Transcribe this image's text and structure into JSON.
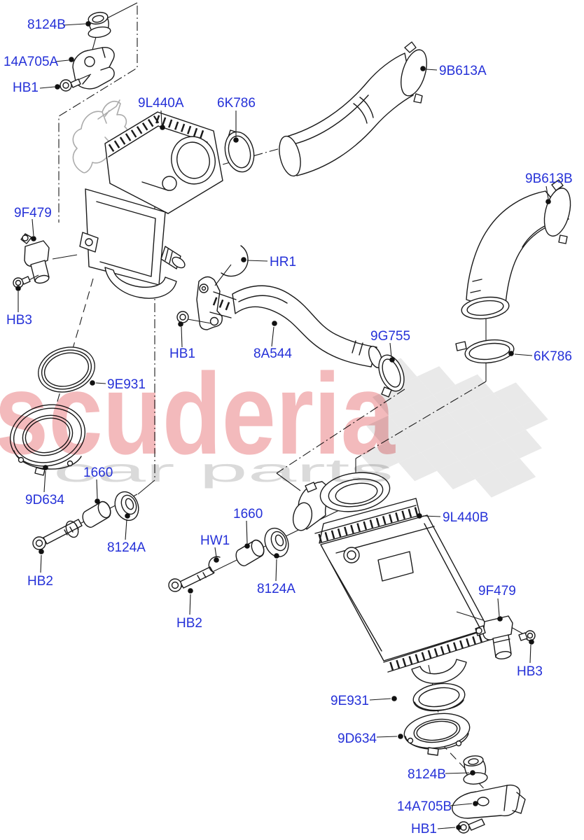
{
  "diagram_type": "exploded-parts-diagram",
  "subject": "charge air cooler / intercooler assembly",
  "label_color": "#2531d8",
  "watermark": {
    "brand": "scuderia",
    "subtitle": "car parts",
    "brand_color": "#f3babc",
    "subtitle_color": "#dadada",
    "flag_color": "#e9e9e9"
  },
  "labels": [
    {
      "id": "8124B-top",
      "text": "8124B"
    },
    {
      "id": "14A705A",
      "text": "14A705A"
    },
    {
      "id": "HB1-top",
      "text": "HB1"
    },
    {
      "id": "9L440A",
      "text": "9L440A"
    },
    {
      "id": "6K786-top",
      "text": "6K786"
    },
    {
      "id": "9B613A",
      "text": "9B613A"
    },
    {
      "id": "9B613B",
      "text": "9B613B"
    },
    {
      "id": "9F479-left",
      "text": "9F479"
    },
    {
      "id": "HB3-left",
      "text": "HB3"
    },
    {
      "id": "HR1",
      "text": "HR1"
    },
    {
      "id": "HB1-mid",
      "text": "HB1"
    },
    {
      "id": "8A544",
      "text": "8A544"
    },
    {
      "id": "9G755",
      "text": "9G755"
    },
    {
      "id": "6K786-right",
      "text": "6K786"
    },
    {
      "id": "9E931-left",
      "text": "9E931"
    },
    {
      "id": "1660-left",
      "text": "1660"
    },
    {
      "id": "9D634-left",
      "text": "9D634"
    },
    {
      "id": "8124A-left",
      "text": "8124A"
    },
    {
      "id": "HB2-left",
      "text": "HB2"
    },
    {
      "id": "1660-center",
      "text": "1660"
    },
    {
      "id": "HW1",
      "text": "HW1"
    },
    {
      "id": "8124A-center",
      "text": "8124A"
    },
    {
      "id": "HB2-center",
      "text": "HB2"
    },
    {
      "id": "9L440B",
      "text": "9L440B"
    },
    {
      "id": "9F479-right",
      "text": "9F479"
    },
    {
      "id": "HB3-right",
      "text": "HB3"
    },
    {
      "id": "9E931-right",
      "text": "9E931"
    },
    {
      "id": "9D634-right",
      "text": "9D634"
    },
    {
      "id": "8124B-bottom",
      "text": "8124B"
    },
    {
      "id": "14A705B",
      "text": "14A705B"
    },
    {
      "id": "HB1-bottom",
      "text": "HB1"
    }
  ]
}
